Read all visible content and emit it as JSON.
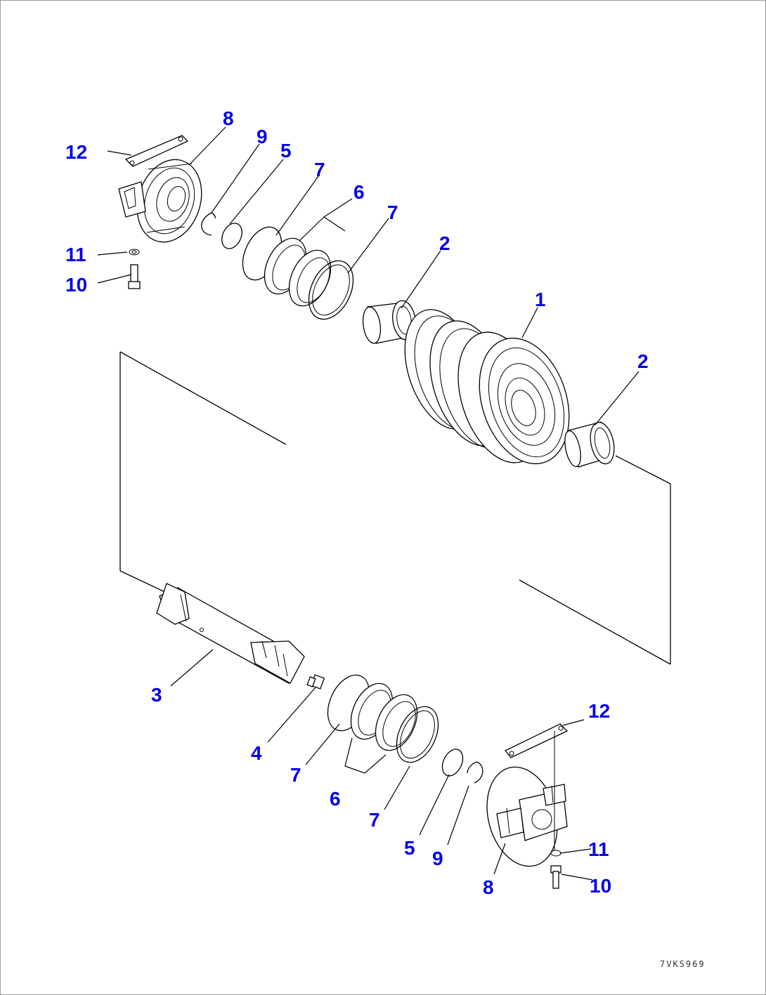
{
  "diagram": {
    "callouts": [
      {
        "id": "c12a",
        "text": "12"
      },
      {
        "id": "c8a",
        "text": "8"
      },
      {
        "id": "c9a",
        "text": "9"
      },
      {
        "id": "c5a",
        "text": "5"
      },
      {
        "id": "c7a",
        "text": "7"
      },
      {
        "id": "c6a",
        "text": "6"
      },
      {
        "id": "c7b",
        "text": "7"
      },
      {
        "id": "c2a",
        "text": "2"
      },
      {
        "id": "c11a",
        "text": "11"
      },
      {
        "id": "c10a",
        "text": "10"
      },
      {
        "id": "c1",
        "text": "1"
      },
      {
        "id": "c2b",
        "text": "2"
      },
      {
        "id": "c3",
        "text": "3"
      },
      {
        "id": "c4",
        "text": "4"
      },
      {
        "id": "c7c",
        "text": "7"
      },
      {
        "id": "c6b",
        "text": "6"
      },
      {
        "id": "c7d",
        "text": "7"
      },
      {
        "id": "c5b",
        "text": "5"
      },
      {
        "id": "c9b",
        "text": "9"
      },
      {
        "id": "c8b",
        "text": "8"
      },
      {
        "id": "c12b",
        "text": "12"
      },
      {
        "id": "c11b",
        "text": "11"
      },
      {
        "id": "c10b",
        "text": "10"
      }
    ],
    "drawing_code": "7VKS969",
    "colors": {
      "callout": "#0000ee",
      "linework": "#000000",
      "border": "#9a9a9a"
    }
  }
}
